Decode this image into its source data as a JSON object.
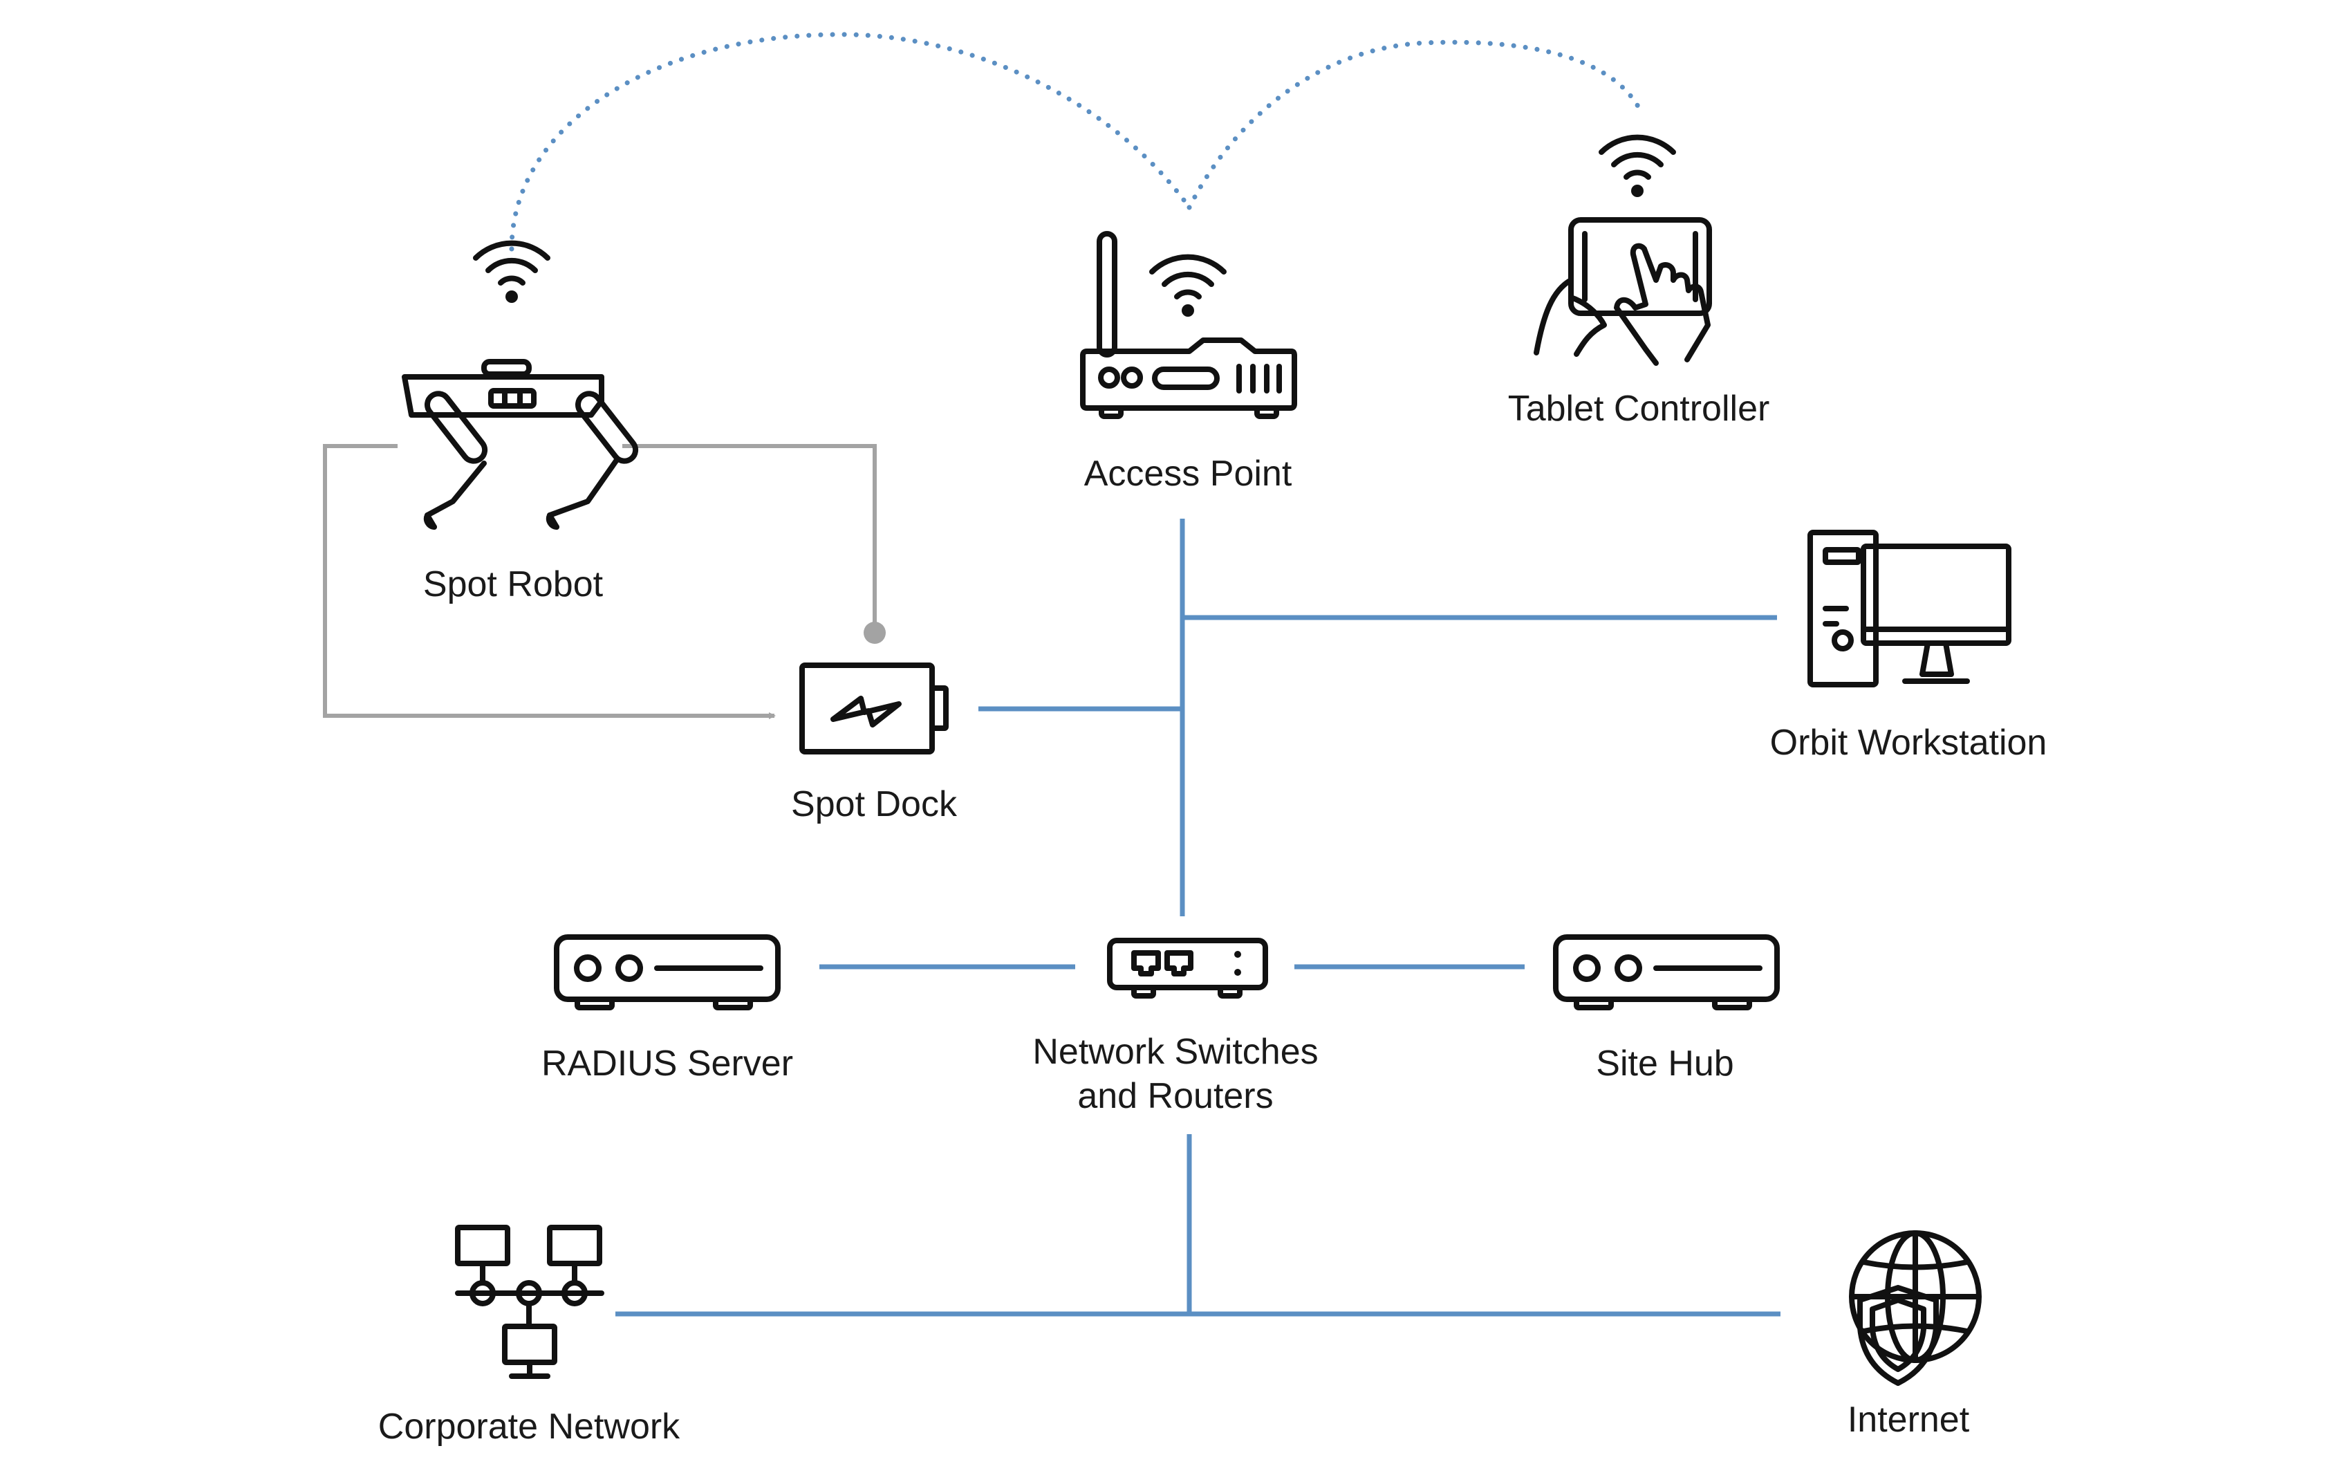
{
  "colors": {
    "network_line": "#5b8fc3",
    "wireless_dots": "#5b8fc3",
    "power_line": "#a3a3a3",
    "icon": "#111111",
    "text": "#1a1a1a"
  },
  "nodes": {
    "spot_robot": {
      "label": "Spot Robot",
      "icon": "robot-dog-icon"
    },
    "access_point": {
      "label": "Access Point",
      "icon": "wifi-router-icon"
    },
    "tablet_controller": {
      "label": "Tablet Controller",
      "icon": "tablet-hands-icon"
    },
    "orbit_workstation": {
      "label": "Orbit Workstation",
      "icon": "desktop-computer-icon"
    },
    "spot_dock": {
      "label": "Spot Dock",
      "icon": "charging-battery-icon"
    },
    "radius_server": {
      "label": "RADIUS Server",
      "icon": "server-box-icon"
    },
    "network_switches": {
      "label_line1": "Network Switches",
      "label_line2": "and Routers",
      "icon": "network-switch-icon"
    },
    "site_hub": {
      "label": "Site Hub",
      "icon": "server-box-icon"
    },
    "corporate_network": {
      "label": "Corporate Network",
      "icon": "network-topology-icon"
    },
    "internet": {
      "label": "Internet",
      "icon": "globe-shield-icon"
    }
  },
  "connections": [
    {
      "from": "Spot Robot",
      "to": "Access Point",
      "type": "wireless"
    },
    {
      "from": "Tablet Controller",
      "to": "Access Point",
      "type": "wireless"
    },
    {
      "from": "Spot Robot",
      "to": "Spot Dock",
      "type": "power"
    },
    {
      "from": "Access Point",
      "to": "Network Switches and Routers",
      "type": "wired"
    },
    {
      "from": "Orbit Workstation",
      "to": "Network Switches and Routers",
      "type": "wired"
    },
    {
      "from": "Spot Dock",
      "to": "Network Switches and Routers",
      "type": "wired"
    },
    {
      "from": "RADIUS Server",
      "to": "Network Switches and Routers",
      "type": "wired"
    },
    {
      "from": "Site Hub",
      "to": "Network Switches and Routers",
      "type": "wired"
    },
    {
      "from": "Network Switches and Routers",
      "to": "Corporate Network",
      "type": "wired"
    },
    {
      "from": "Network Switches and Routers",
      "to": "Internet",
      "type": "wired"
    }
  ]
}
